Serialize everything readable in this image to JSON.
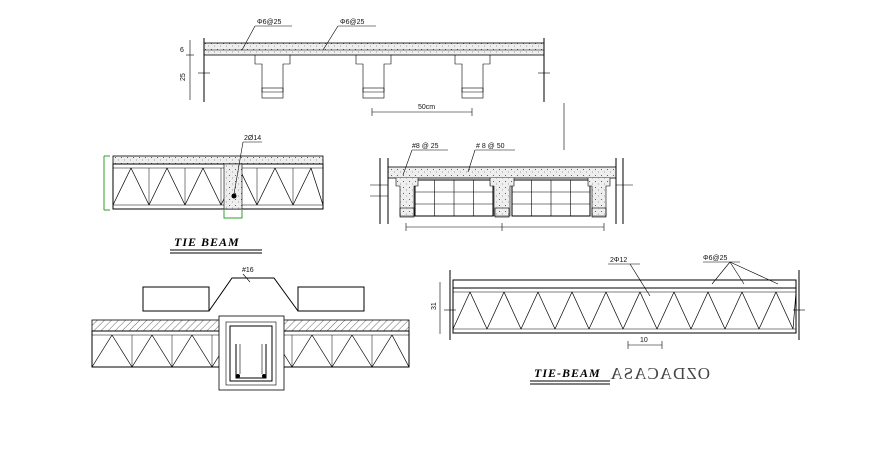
{
  "top_section": {
    "label_rebar_left": "Φ6@25",
    "label_rebar_right": "Φ6@25",
    "dim_top": "6",
    "dim_side": "25",
    "dim_bottom": "50cm"
  },
  "tie_beam_left": {
    "label_rebar": "2Ø14",
    "title": "TIE BEAM"
  },
  "block_section": {
    "label_left": "#8 @ 25",
    "label_right": "# 8 @ 50"
  },
  "connection_detail": {
    "label_rebar": "#16"
  },
  "tie_beam_right": {
    "label_rebar_bars": "2Φ12",
    "label_rebar_stirrups": "Φ6@25",
    "dim_height": "31",
    "dim_bottom": "10",
    "title": "TIE-BEAM",
    "mirrored_text": "OZDACASA"
  }
}
